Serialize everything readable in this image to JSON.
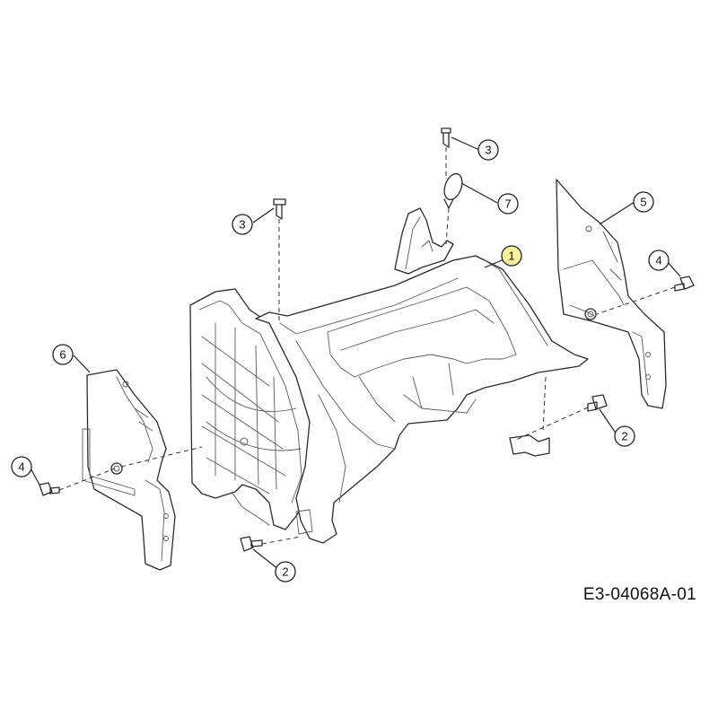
{
  "diagram": {
    "reference_code": "E3-04068A-01",
    "callouts": [
      {
        "id": "c1",
        "label": "1",
        "highlighted": true
      },
      {
        "id": "c2a",
        "label": "2",
        "highlighted": false
      },
      {
        "id": "c2b",
        "label": "2",
        "highlighted": false
      },
      {
        "id": "c3a",
        "label": "3",
        "highlighted": false
      },
      {
        "id": "c3b",
        "label": "3",
        "highlighted": false
      },
      {
        "id": "c4a",
        "label": "4",
        "highlighted": false
      },
      {
        "id": "c4b",
        "label": "4",
        "highlighted": false
      },
      {
        "id": "c5",
        "label": "5",
        "highlighted": false
      },
      {
        "id": "c6",
        "label": "6",
        "highlighted": false
      },
      {
        "id": "c7",
        "label": "7",
        "highlighted": false
      }
    ],
    "colors": {
      "line": "#2b2b2b",
      "highlight": "#f7f19a",
      "background": "#ffffff"
    }
  }
}
